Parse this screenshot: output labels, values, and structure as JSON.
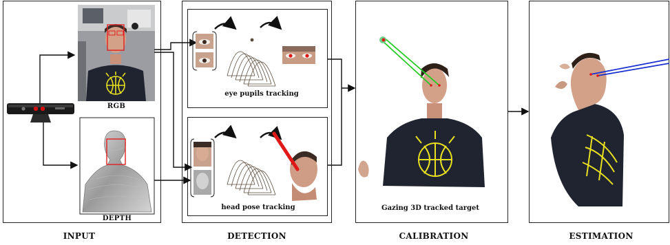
{
  "stages": {
    "input": "INPUT",
    "detection": "DETECTION",
    "calibration": "CALIBRATION",
    "estimation": "ESTIMATION"
  },
  "input": {
    "rgb_label": "RGB",
    "depth_label": "DEPTH"
  },
  "detection": {
    "eye_caption": "eye pupils tracking",
    "head_caption": "head pose tracking"
  },
  "calibration": {
    "caption": "Gazing 3D tracked target"
  },
  "colors": {
    "frame": "#222222",
    "face_box": "#e02020",
    "gaze_green": "#22cc22",
    "gaze_blue": "#1a2fd0",
    "pose_red": "#e01818",
    "shirt_dark": "#1f2430",
    "logo_yellow": "#e8e020"
  }
}
